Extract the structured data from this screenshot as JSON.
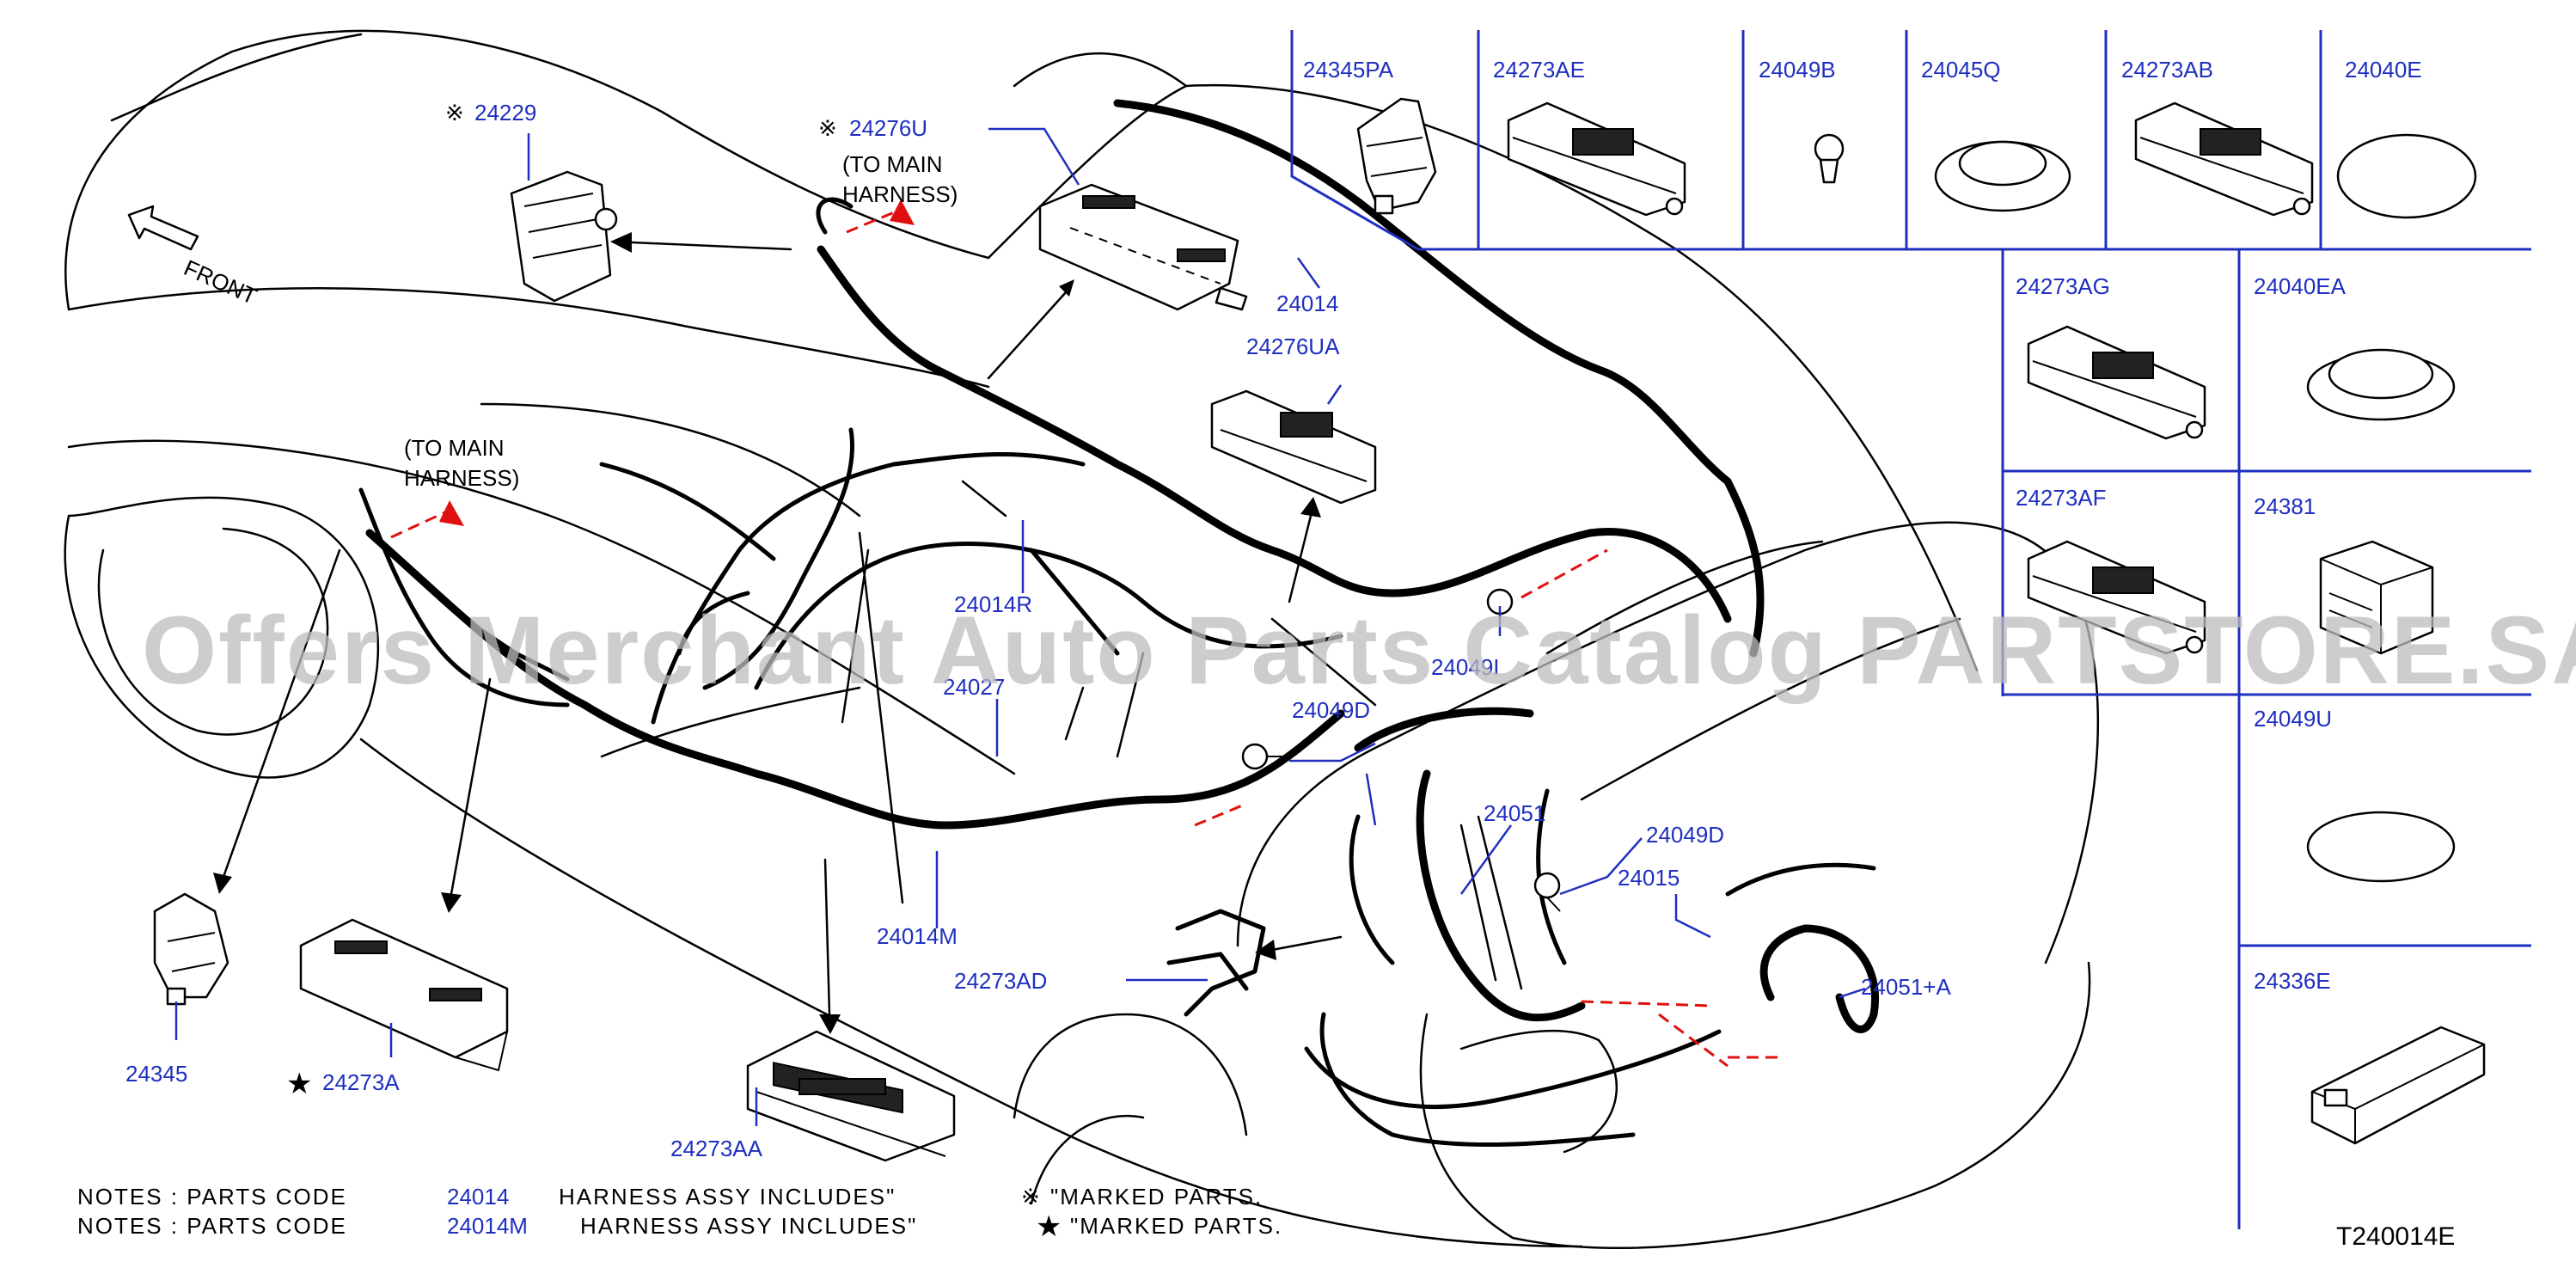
{
  "diagram": {
    "code": "T240014E",
    "watermark": "Offers Merchant Auto Parts Catalog PARTSTORE.SA",
    "front_label": "FRONT",
    "to_main_harness_1": [
      "(TO  MAIN",
      "HARNESS)"
    ],
    "to_main_harness_2": [
      "(TO  MAIN",
      "HARNESS)"
    ],
    "labels": {
      "p24229": "24229",
      "p24276U": "24276U",
      "p24014": "24014",
      "p24276UA": "24276UA",
      "p24014R": "24014R",
      "p24027": "24027",
      "p24049D_a": "24049D",
      "p24049I": "24049I",
      "p24051": "24051",
      "p24049D_b": "24049D",
      "p24015": "24015",
      "p24051A": "24051+A",
      "p24014M": "24014M",
      "p24273AD": "24273AD",
      "p24345": "24345",
      "p24273A": "24273A",
      "p24273AA": "24273AA"
    },
    "grid_parts": [
      "24345PA",
      "24273AE",
      "24049B",
      "24045Q",
      "24273AB",
      "24040E",
      "24273AG",
      "24040EA",
      "24273AF",
      "24381",
      "24049U",
      "24336E"
    ],
    "notes": [
      {
        "prefix": "NOTES  :  PARTS  CODE",
        "code": "24014",
        "text": "HARNESS  ASSY  INCLUDES\"",
        "mark": "※",
        "mark_text": "\"MARKED  PARTS."
      },
      {
        "prefix": "NOTES  :  PARTS  CODE",
        "code": "24014M",
        "text": "HARNESS  ASSY  INCLUDES\"",
        "mark": "★",
        "mark_text": "\"MARKED  PARTS."
      }
    ],
    "marks": {
      "ref": "※",
      "star": "★"
    },
    "colors": {
      "part_label": "#1f2fbf",
      "line": "#000000",
      "connector": "#e01010",
      "watermark": "#bdbdbd"
    }
  }
}
